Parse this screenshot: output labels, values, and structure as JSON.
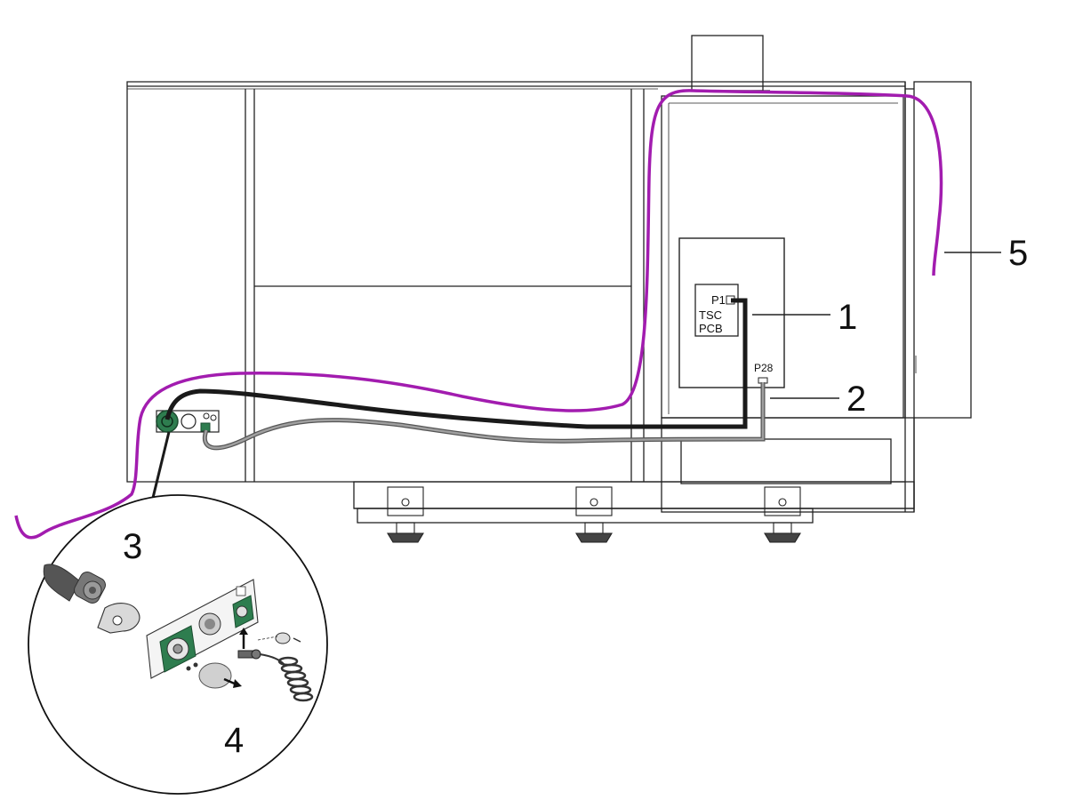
{
  "colors": {
    "cable_magenta": "#a21caf",
    "cable_black": "#1a1a1a",
    "cable_gray": "#8a8a8a",
    "bulkhead_green": "#2e7d4f",
    "outline": "#222222"
  },
  "labels": {
    "pcb": {
      "p1": "P1",
      "tsc": "TSC",
      "pcb": "PCB",
      "p28": "P28"
    },
    "callouts": {
      "c1": "1",
      "c2": "2",
      "c3": "3",
      "c4": "4",
      "c5": "5"
    }
  }
}
